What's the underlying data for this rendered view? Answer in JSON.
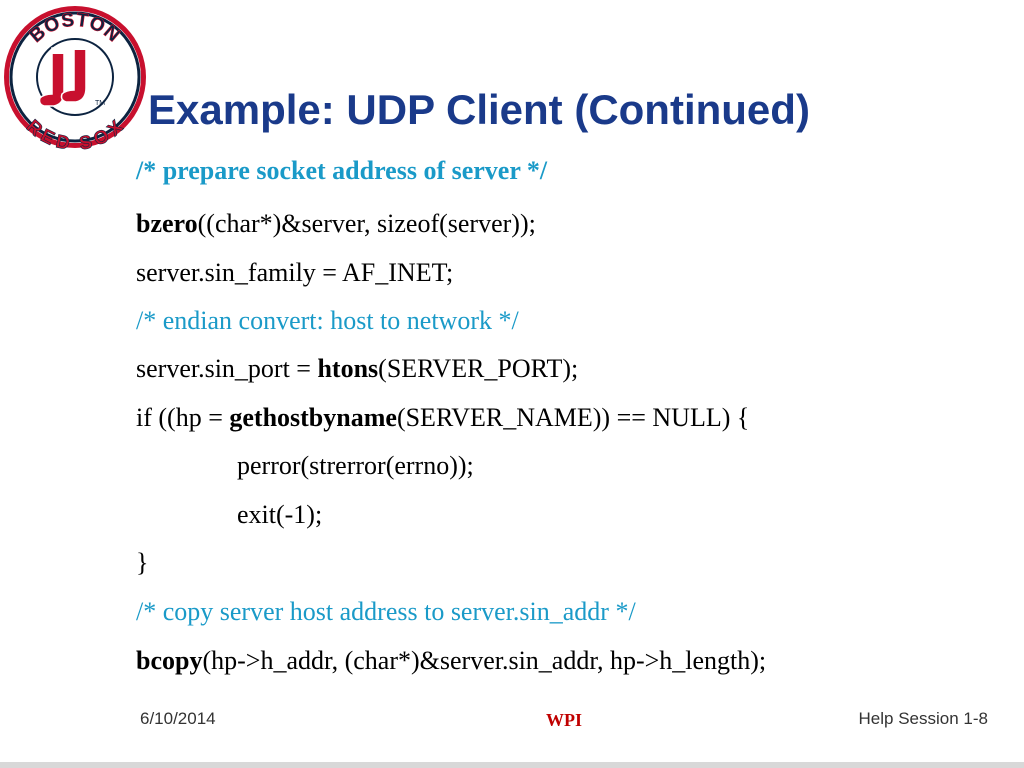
{
  "title": "Example: UDP Client (Continued)",
  "logo": {
    "top_text": "BOSTON",
    "bottom_text": "RED SOX",
    "mark": "TM"
  },
  "lines": [
    [
      {
        "text": "/* prepare socket address of server */",
        "bold": true
      }
    ],
    [
      {
        "text": "bzero",
        "bold": true
      },
      {
        "text": "((char*)&server, sizeof(server));"
      }
    ],
    [
      {
        "text": "server.sin_family = AF_INET;"
      }
    ],
    [
      {
        "text": "/* endian convert: host to network */"
      }
    ],
    [
      {
        "text": "server.sin_port = "
      },
      {
        "text": "htons",
        "bold": true
      },
      {
        "text": "(SERVER_PORT);"
      }
    ],
    [
      {
        "text": "if ((hp = "
      },
      {
        "text": "gethostbyname",
        "bold": true
      },
      {
        "text": "(SERVER_NAME)) == NULL) {"
      }
    ],
    [
      {
        "text": "perror(strerror(errno));"
      }
    ],
    [
      {
        "text": "exit(-1);"
      }
    ],
    [
      {
        "text": "}"
      }
    ],
    [
      {
        "text": "/* copy server host address to server.sin_addr */"
      }
    ],
    [
      {
        "text": "bcopy",
        "bold": true
      },
      {
        "text": "(hp->h_addr, (char*)&server.sin_addr, hp->h_length);"
      }
    ]
  ],
  "footer": {
    "date": "6/10/2014",
    "center": "WPI",
    "page": "Help Session 1-8"
  },
  "colors": {
    "title": "#1a3a8a",
    "comment": "#1a9ac8",
    "logo_red": "#c8102e",
    "logo_navy": "#0c2340",
    "footer_accent": "#c00000"
  }
}
